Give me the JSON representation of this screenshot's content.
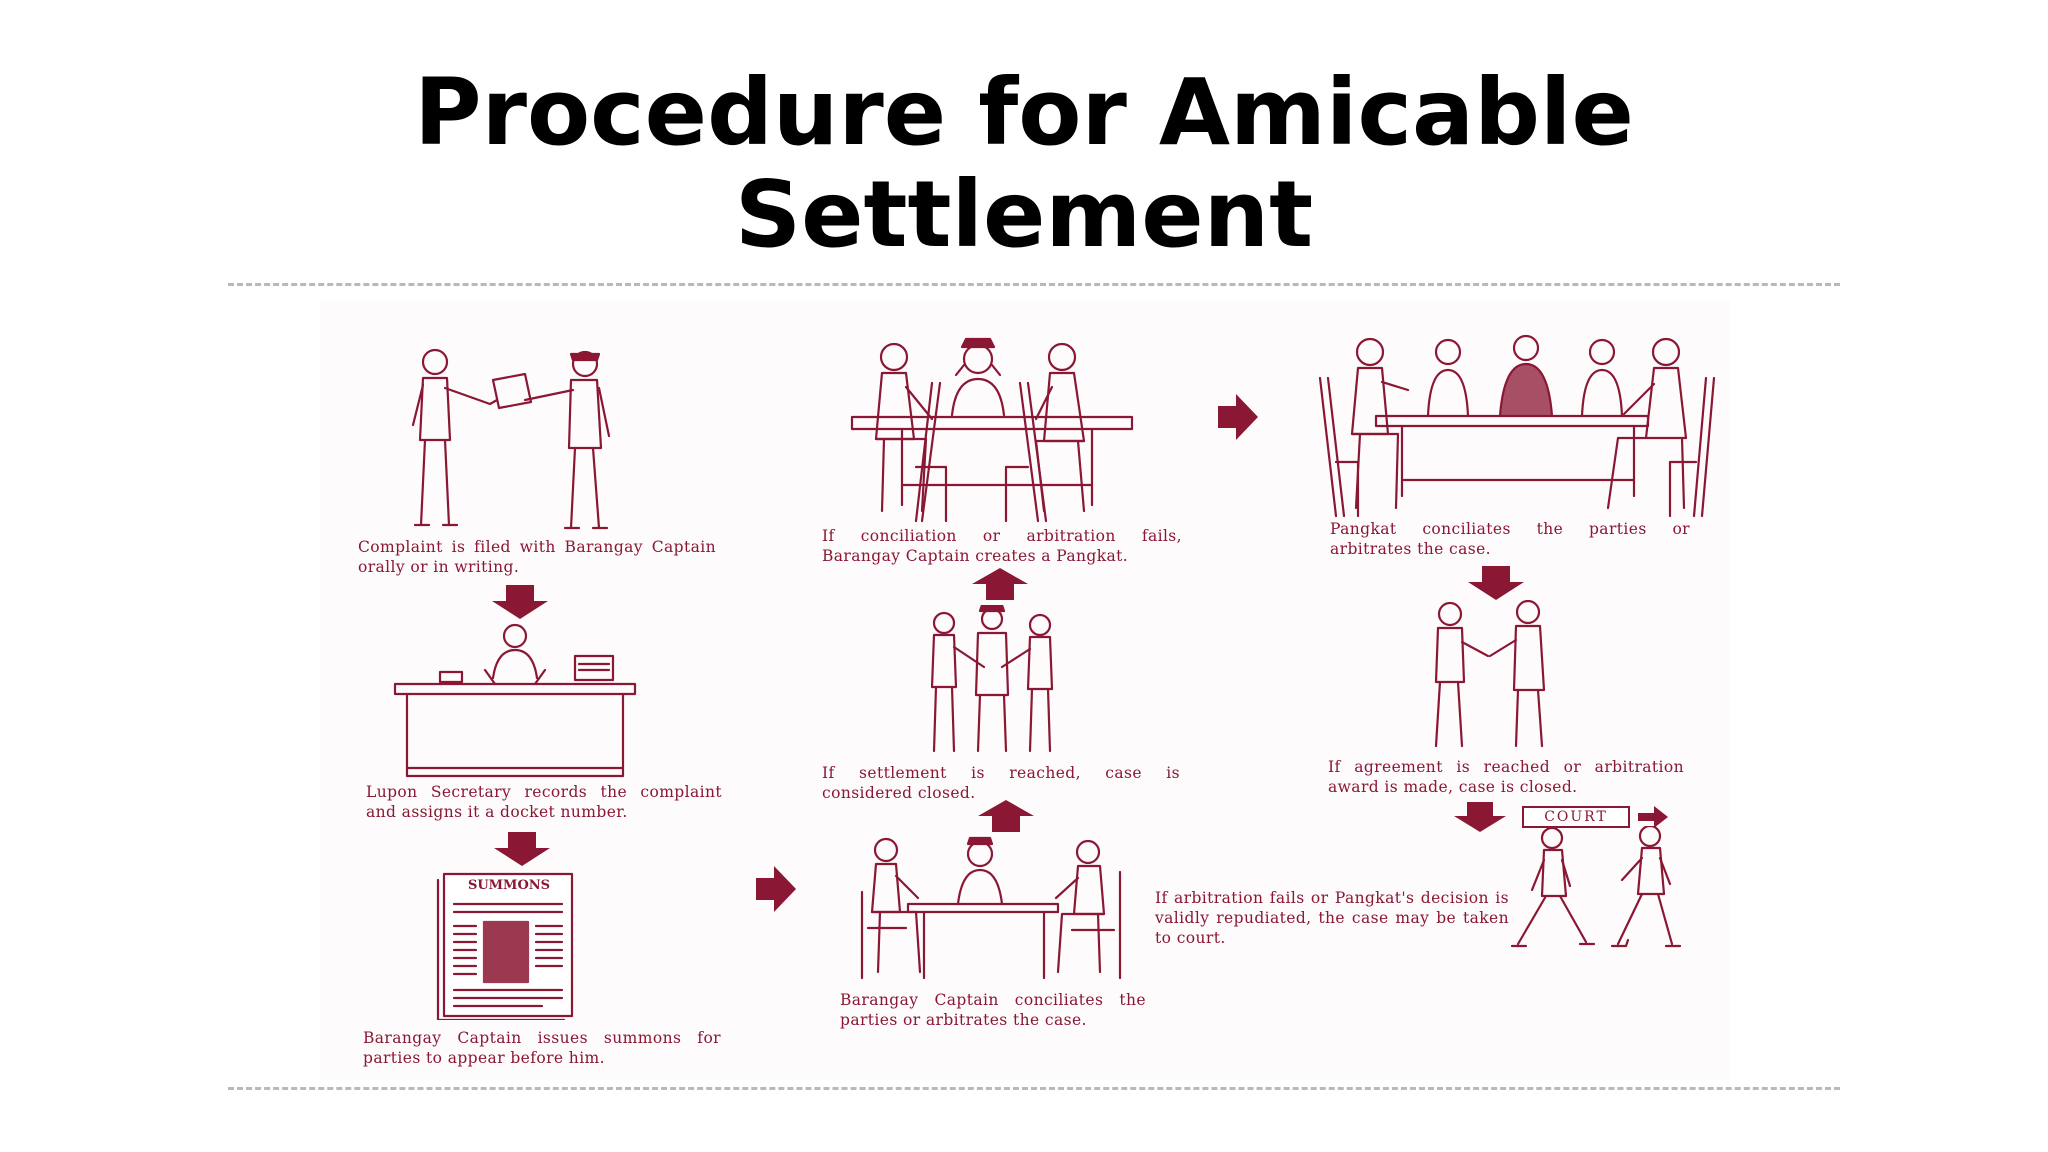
{
  "title_line1": "Procedure for Amicable",
  "title_line2": "Settlement",
  "steps": {
    "complaint": "Complaint is filed with Barangay Captain orally or in writing.",
    "record": "Lupon Secretary records the complaint and assigns it a docket number.",
    "summons": "Barangay Captain issues summons for parties to appear before him.",
    "conciliates": "Barangay Captain conciliates the parties or arbitrates the case.",
    "settled": "If settlement is reached, case is considered closed.",
    "pangkat_created": "If conciliation or arbitration fails, Barangay Captain creates a Pangkat.",
    "pangkat_conciliates": "Pangkat conciliates the parties or arbitrates the case.",
    "agreement": "If agreement is reached or arbitration award is made, case is closed.",
    "court_step": "If arbitration fails or Pangkat's decision is validly repudiated, the case may be taken to court."
  },
  "summons_doc_label": "SUMMONS",
  "court_sign": "COURT",
  "colors": {
    "ink": "#8a1733",
    "title": "#000000",
    "divider": "#b9b9b9"
  }
}
